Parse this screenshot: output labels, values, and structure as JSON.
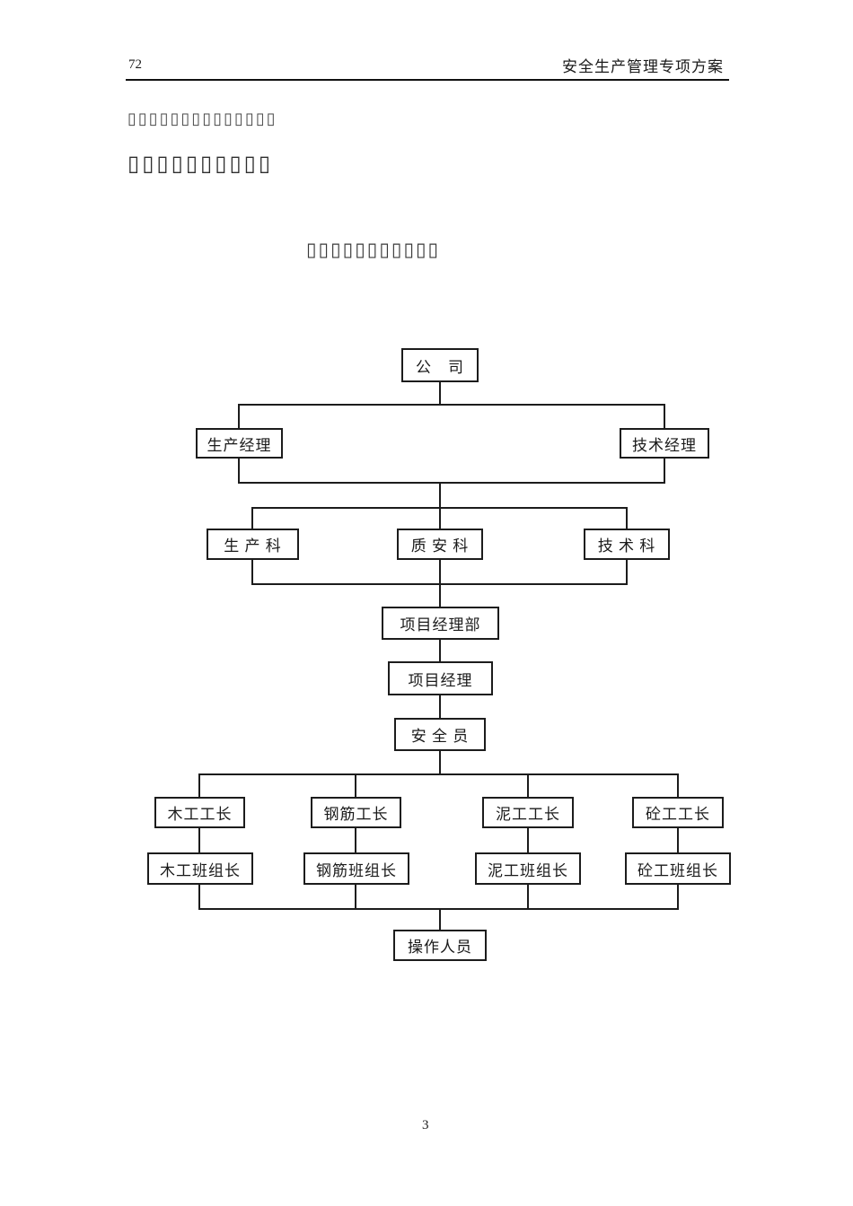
{
  "header": {
    "page_ref": "72",
    "doc_title": "安全生产管理专项方案"
  },
  "body_text": {
    "line1_placeholder": "▯▯▯▯▯▯▯▯▯▯▯▯▯▯",
    "line2_placeholder": "▯▯▯▯▯▯▯▯▯▯",
    "chart_title_placeholder": "▯▯▯▯▯▯▯▯▯▯▯"
  },
  "org_chart": {
    "type": "organization-tree",
    "nodes": {
      "company": "公　司",
      "production_manager": "生产经理",
      "technical_manager": "技术经理",
      "production_section": "生 产 科",
      "quality_safety_section": "质 安 科",
      "technical_section": "技 术 科",
      "project_manager_dept": "项目经理部",
      "project_manager": "项目经理",
      "safety_officer": "安 全 员",
      "carpentry_foreman": "木工工长",
      "rebar_foreman": "钢筋工长",
      "mason_foreman": "泥工工长",
      "concrete_foreman": "砼工工长",
      "carpentry_team_leader": "木工班组长",
      "rebar_team_leader": "钢筋班组长",
      "mason_team_leader": "泥工班组长",
      "concrete_team_leader": "砼工班组长",
      "operators": "操作人员"
    },
    "edges": [
      [
        "company",
        "production_manager"
      ],
      [
        "company",
        "technical_manager"
      ],
      [
        "production_manager",
        "production_section"
      ],
      [
        "production_manager",
        "quality_safety_section"
      ],
      [
        "production_manager",
        "technical_section"
      ],
      [
        "technical_manager",
        "production_section"
      ],
      [
        "technical_manager",
        "quality_safety_section"
      ],
      [
        "technical_manager",
        "technical_section"
      ],
      [
        "production_section",
        "project_manager_dept"
      ],
      [
        "quality_safety_section",
        "project_manager_dept"
      ],
      [
        "technical_section",
        "project_manager_dept"
      ],
      [
        "project_manager_dept",
        "project_manager"
      ],
      [
        "project_manager",
        "safety_officer"
      ],
      [
        "safety_officer",
        "carpentry_foreman"
      ],
      [
        "safety_officer",
        "rebar_foreman"
      ],
      [
        "safety_officer",
        "mason_foreman"
      ],
      [
        "safety_officer",
        "concrete_foreman"
      ],
      [
        "carpentry_foreman",
        "carpentry_team_leader"
      ],
      [
        "rebar_foreman",
        "rebar_team_leader"
      ],
      [
        "mason_foreman",
        "mason_team_leader"
      ],
      [
        "concrete_foreman",
        "concrete_team_leader"
      ],
      [
        "carpentry_team_leader",
        "operators"
      ],
      [
        "rebar_team_leader",
        "operators"
      ],
      [
        "mason_team_leader",
        "operators"
      ],
      [
        "concrete_team_leader",
        "operators"
      ]
    ]
  },
  "footer": {
    "page_number": "3"
  }
}
